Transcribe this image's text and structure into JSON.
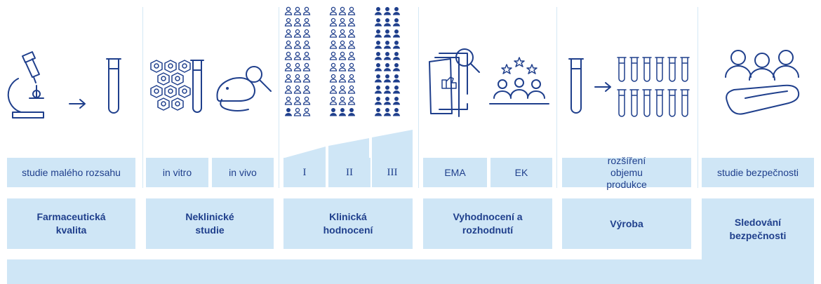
{
  "sub_labels": {
    "small_studies": "studie malého rozsahu",
    "in_vitro": "in vitro",
    "in_vivo": "in vivo",
    "phase_1": "I",
    "phase_2": "II",
    "phase_3": "III",
    "ema": "EMA",
    "ek": "EK",
    "scale_up": "rozšíření objemu produkce",
    "safety_studies": "studie bezpečnosti"
  },
  "stages": {
    "pharma_quality": "Farmaceutická kvalita",
    "nonclinical": "Neklinické studie",
    "clinical": "Klinická hodnocení",
    "evaluation": "Vyhodnocení a rozhodnutí",
    "production": "Výroba",
    "safety_monitoring": "Sledování bezpečnosti"
  },
  "icons": [
    "microscope-icon",
    "arrow-right-icon",
    "test-tube-icon",
    "cells-icon",
    "mouse-magnifier-icon",
    "people-grid-icon",
    "documents-magnifier-icon",
    "committee-icon",
    "test-tube-rack-icon",
    "patients-hand-icon"
  ],
  "colors": {
    "accent": "#1f3f8c",
    "panel": "#cfe6f6",
    "separator": "#d4e8f5"
  }
}
